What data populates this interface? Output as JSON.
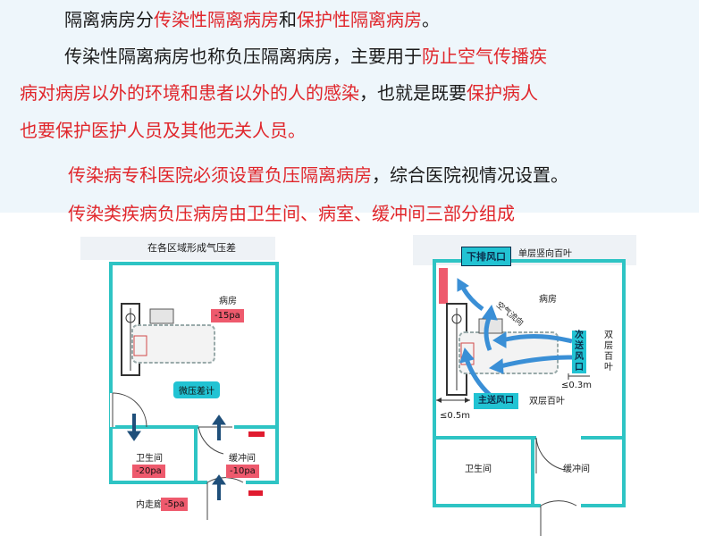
{
  "text": {
    "p1_a": "隔离病房分",
    "p1_b": "传染性隔离病房",
    "p1_c": "和",
    "p1_d": "保护性隔离病房",
    "p1_e": "。",
    "p2_a": "传染性隔离病房也称负压隔离病房，主要用于",
    "p2_b": "防止空气传播疾",
    "p3_a": "病对病房以外的环境和患者以外的人的感染",
    "p3_b": "，也就是既要",
    "p3_c": "保护病人",
    "p4_a": "也要保护医护人员及其他无关人员。",
    "p5_a": "传染病专科医院必须设置负压隔离病房",
    "p5_b": "，综合医院视情况设置。",
    "p6_a": "传染类疾病负压病房由卫生间、病室、缓冲间三部分组成"
  },
  "left_diagram": {
    "title": "在各区域形成气压差",
    "ward_label": "病房",
    "ward_pressure": "-15pa",
    "gauge_label": "微压差计",
    "toilet_label": "卫生间",
    "toilet_pressure": "-20pa",
    "buffer_label": "缓冲间",
    "buffer_pressure": "-10pa",
    "corridor_label": "内走廊",
    "corridor_pressure": "-5pa"
  },
  "right_diagram": {
    "exhaust_label": "下排风口",
    "exhaust_louver": "单层竖向百叶",
    "ward_label": "病房",
    "airflow_label": "空气流向",
    "secondary_supply_v": [
      "次",
      "送",
      "风",
      "口"
    ],
    "double_louver_v": [
      "双",
      "层",
      "百",
      "叶"
    ],
    "dist_right": "≤0.3m",
    "main_supply": "主送风口",
    "main_louver": "双层百叶",
    "dist_left": "≤0.5m",
    "toilet_label": "卫生间",
    "buffer_label": "缓冲间"
  },
  "colors": {
    "wall": "#2ec4c4",
    "text_red": "#e0262b",
    "pressure_bg": "#ee5a6d",
    "label_cyan": "#22c3d3",
    "arrow_dark": "#1f4f7a",
    "arrow_blue": "#3a8fd6"
  }
}
